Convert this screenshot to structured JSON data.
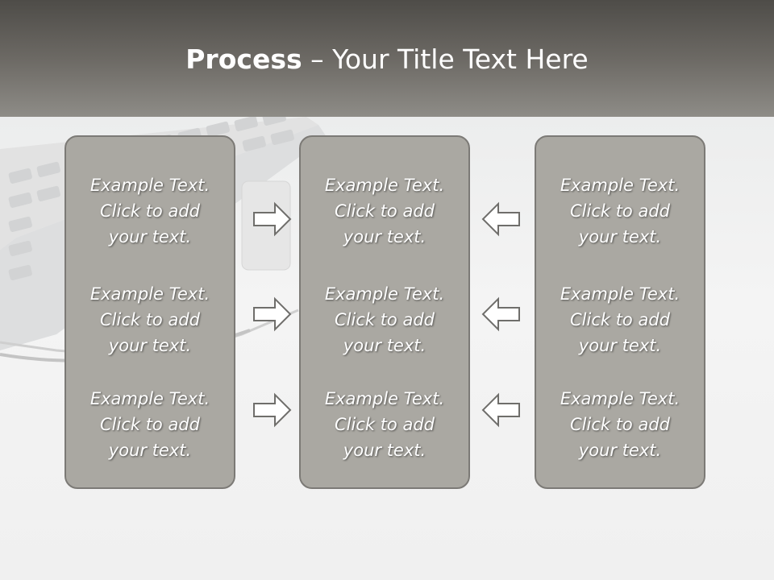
{
  "slide": {
    "title_bold": "Process",
    "title_rest": " – Your Title Text Here"
  },
  "columns": [
    {
      "items": [
        "Example Text.\nClick  to add\nyour text.",
        "Example Text.\nClick  to add\nyour text.",
        "Example Text.\nClick  to add\nyour text."
      ]
    },
    {
      "items": [
        "Example Text.\nClick  to add\nyour text.",
        "Example Text.\nClick  to add\nyour text.",
        "Example Text.\nClick  to add\nyour text."
      ]
    },
    {
      "items": [
        "Example Text.\nClick  to add\nyour text.",
        "Example Text.\nClick  to add\nyour text.",
        "Example Text.\nClick  to add\nyour text."
      ]
    }
  ],
  "arrows": {
    "left_group": "right-arrow-icon",
    "right_group": "left-arrow-icon"
  },
  "colors": {
    "header": "#6c6964",
    "box_fill": "#aaa8a2",
    "box_border": "#7c7a76",
    "text": "#ffffff"
  }
}
